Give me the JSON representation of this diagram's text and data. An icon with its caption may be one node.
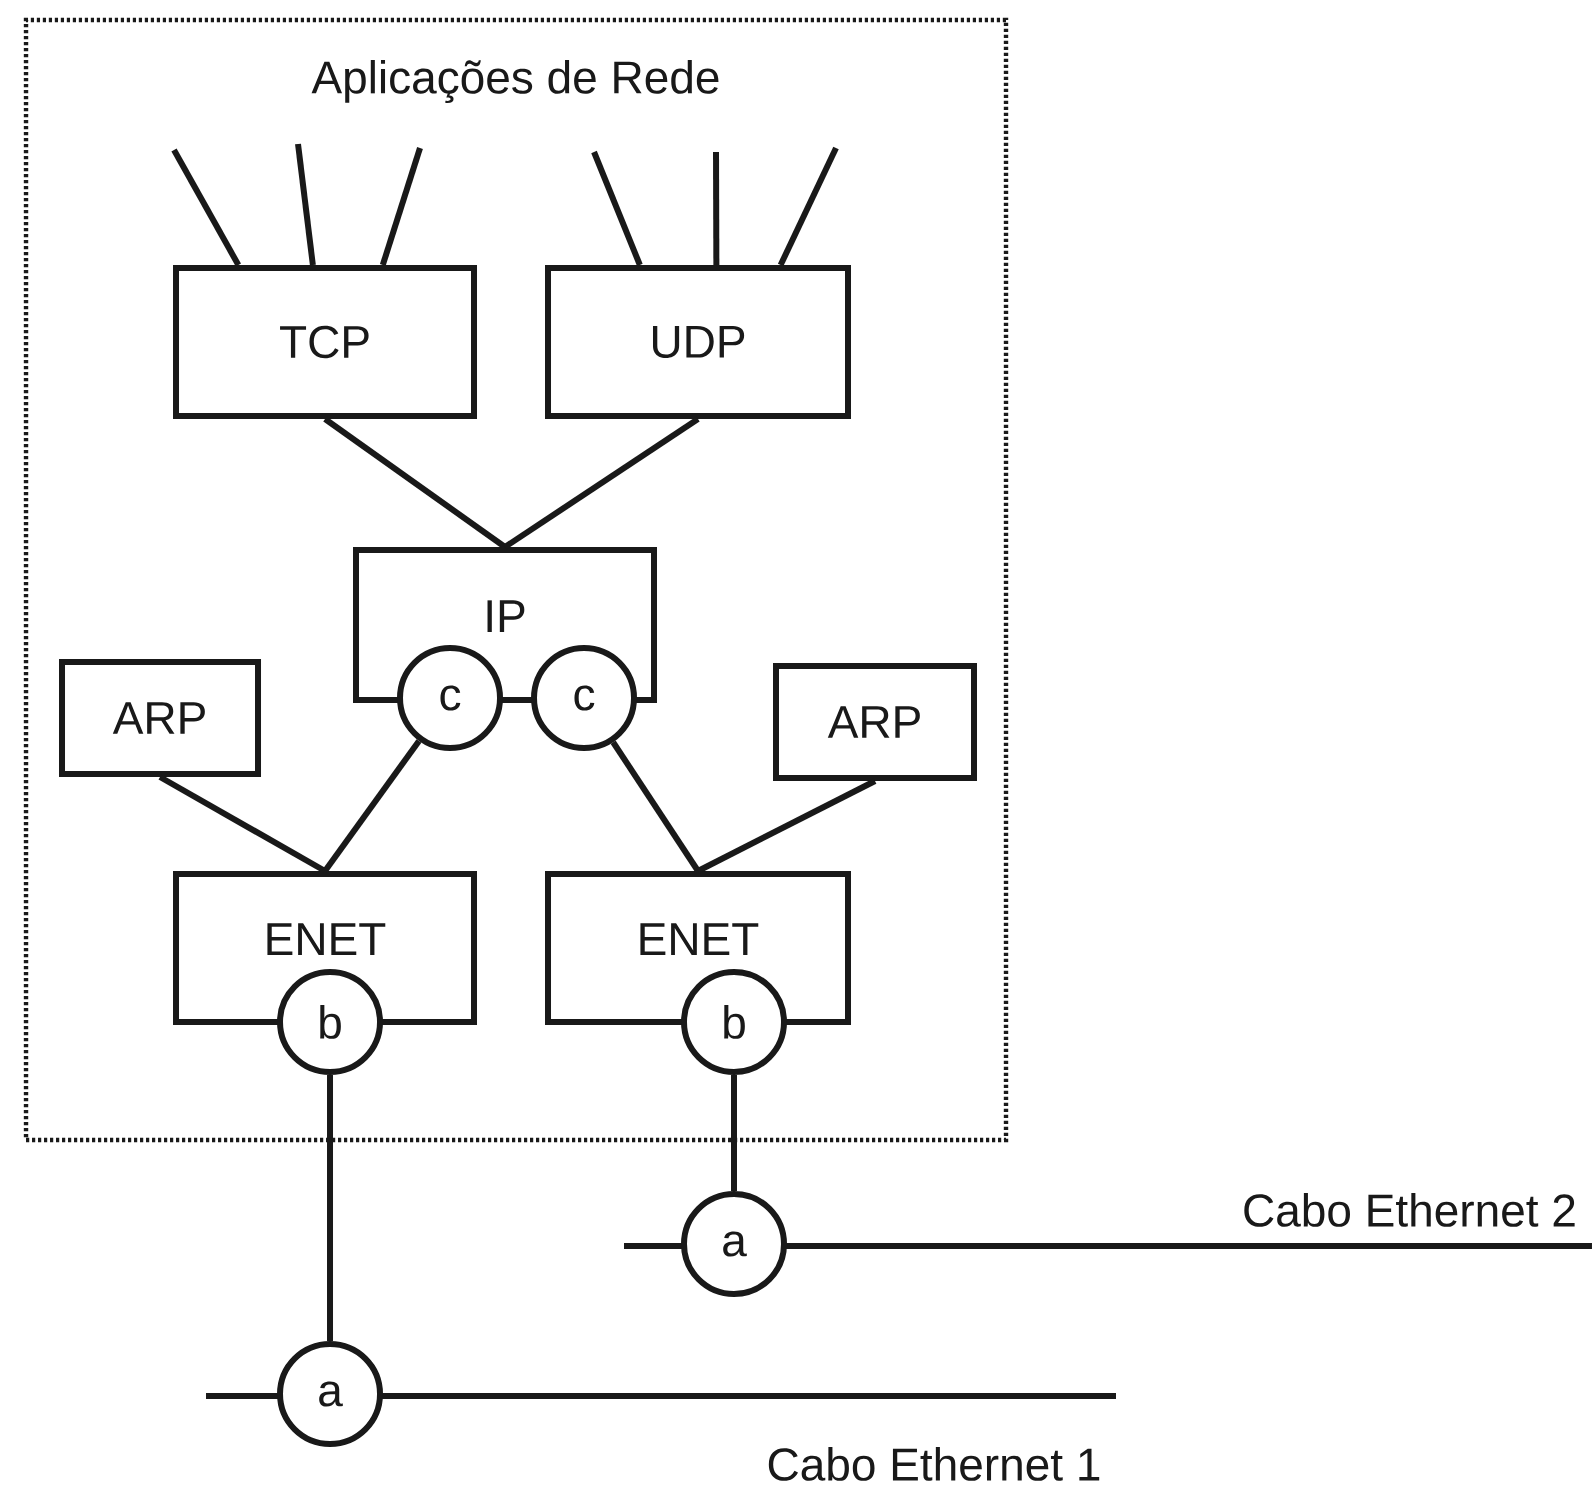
{
  "diagram": {
    "nodes": [
      {
        "text": [
          "Aplicações de Rede"
        ]
      },
      {
        "text": [
          "TCP"
        ],
        "in": 0
      },
      {
        "text": [
          "UDP"
        ],
        "in": 0
      },
      {
        "text": [
          "IP"
        ],
        "in": 0
      },
      {
        "text": [
          "c"
        ],
        "in": 0
      },
      {
        "text": [
          "c"
        ],
        "in": 0
      },
      {
        "text": [
          "ARP"
        ],
        "in": 0
      },
      {
        "text": [
          "ARP"
        ],
        "in": 0
      },
      {
        "text": [
          "ENET"
        ],
        "in": 0
      },
      {
        "text": [
          "ENET"
        ],
        "in": 0
      },
      {
        "text": [
          "b"
        ],
        "in": 0
      },
      {
        "text": [
          "b"
        ],
        "in": 0
      },
      {
        "text": [
          "a"
        ]
      },
      {
        "text": [
          "a"
        ]
      }
    ],
    "edges": [
      {
        "from": 1,
        "to": 3,
        "arrow": "none"
      },
      {
        "from": 2,
        "to": 3,
        "arrow": "none"
      },
      {
        "from": 6,
        "to": 8,
        "arrow": "none"
      },
      {
        "from": 4,
        "to": 8,
        "arrow": "none"
      },
      {
        "from": 5,
        "to": 9,
        "arrow": "none"
      },
      {
        "from": 7,
        "to": 9,
        "arrow": "none"
      },
      {
        "from": 10,
        "to": 12,
        "arrow": "none"
      },
      {
        "from": 11,
        "to": 13,
        "arrow": "none"
      },
      {
        "from": 1,
        "to": null,
        "arrow": "none"
      },
      {
        "from": 1,
        "to": null,
        "arrow": "none"
      },
      {
        "from": 1,
        "to": null,
        "arrow": "none"
      },
      {
        "from": 2,
        "to": null,
        "arrow": "none"
      },
      {
        "from": 2,
        "to": null,
        "arrow": "none"
      },
      {
        "from": 2,
        "to": null,
        "arrow": "none"
      }
    ],
    "labels": [
      "Cabo Ethernet 2",
      "Cabo Ethernet 1"
    ]
  }
}
